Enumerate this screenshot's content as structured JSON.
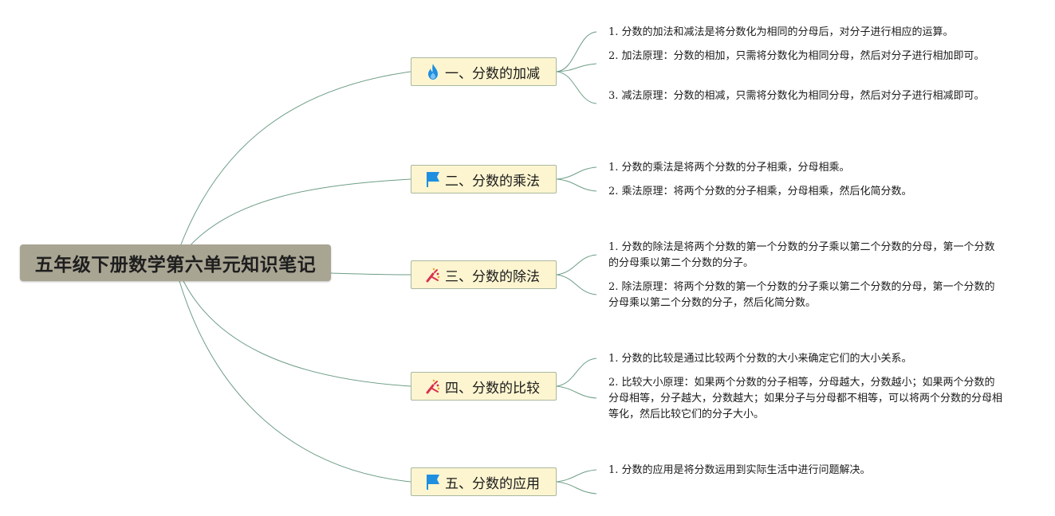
{
  "root": {
    "title": "五年级下册数学第六单元知识笔记"
  },
  "branches": [
    {
      "label": "一、分数的加减",
      "icon": "flame-icon",
      "items": [
        "1. 分数的加法和减法是将分数化为相同的分母后，对分子进行相应的运算。",
        "2. 加法原理：分数的相加，只需将分数化为相同分母，然后对分子进行相加即可。",
        "3. 减法原理：分数的相减，只需将分数化为相同分母，然后对分子进行相减即可。"
      ]
    },
    {
      "label": "二、分数的乘法",
      "icon": "flag-icon",
      "items": [
        "1. 分数的乘法是将两个分数的分子相乘，分母相乘。",
        "2. 乘法原理：将两个分数的分子相乘，分母相乘，然后化简分数。"
      ]
    },
    {
      "label": "三、分数的除法",
      "icon": "party-popper-icon",
      "items": [
        "1. 分数的除法是将两个分数的第一个分数的分子乘以第二个分数的分母，第一个分数的分母乘以第二个分数的分子。",
        "2. 除法原理：将两个分数的第一个分数的分子乘以第二个分数的分母，第一个分数的分母乘以第二个分数的分子，然后化简分数。"
      ]
    },
    {
      "label": "四、分数的比较",
      "icon": "party-popper-icon",
      "items": [
        "1. 分数的比较是通过比较两个分数的大小来确定它们的大小关系。",
        "2. 比较大小原理：如果两个分数的分子相等，分母越大，分数越小；如果两个分数的分母相等，分子越大，分数越大；如果分子与分母都不相等，可以将两个分数的分母相等化，然后比较它们的分子大小。"
      ]
    },
    {
      "label": "五、分数的应用",
      "icon": "flag-icon",
      "items": [
        "1. 分数的应用是将分数运用到实际生活中进行问题解决。"
      ]
    }
  ],
  "colors": {
    "line": "#6e9e86",
    "root_bg": "#a9a593",
    "branch_bg": "#fdf5d0",
    "flame": "#1f8fe0",
    "flag": "#1f8fe0",
    "popper": "#d9304f"
  }
}
